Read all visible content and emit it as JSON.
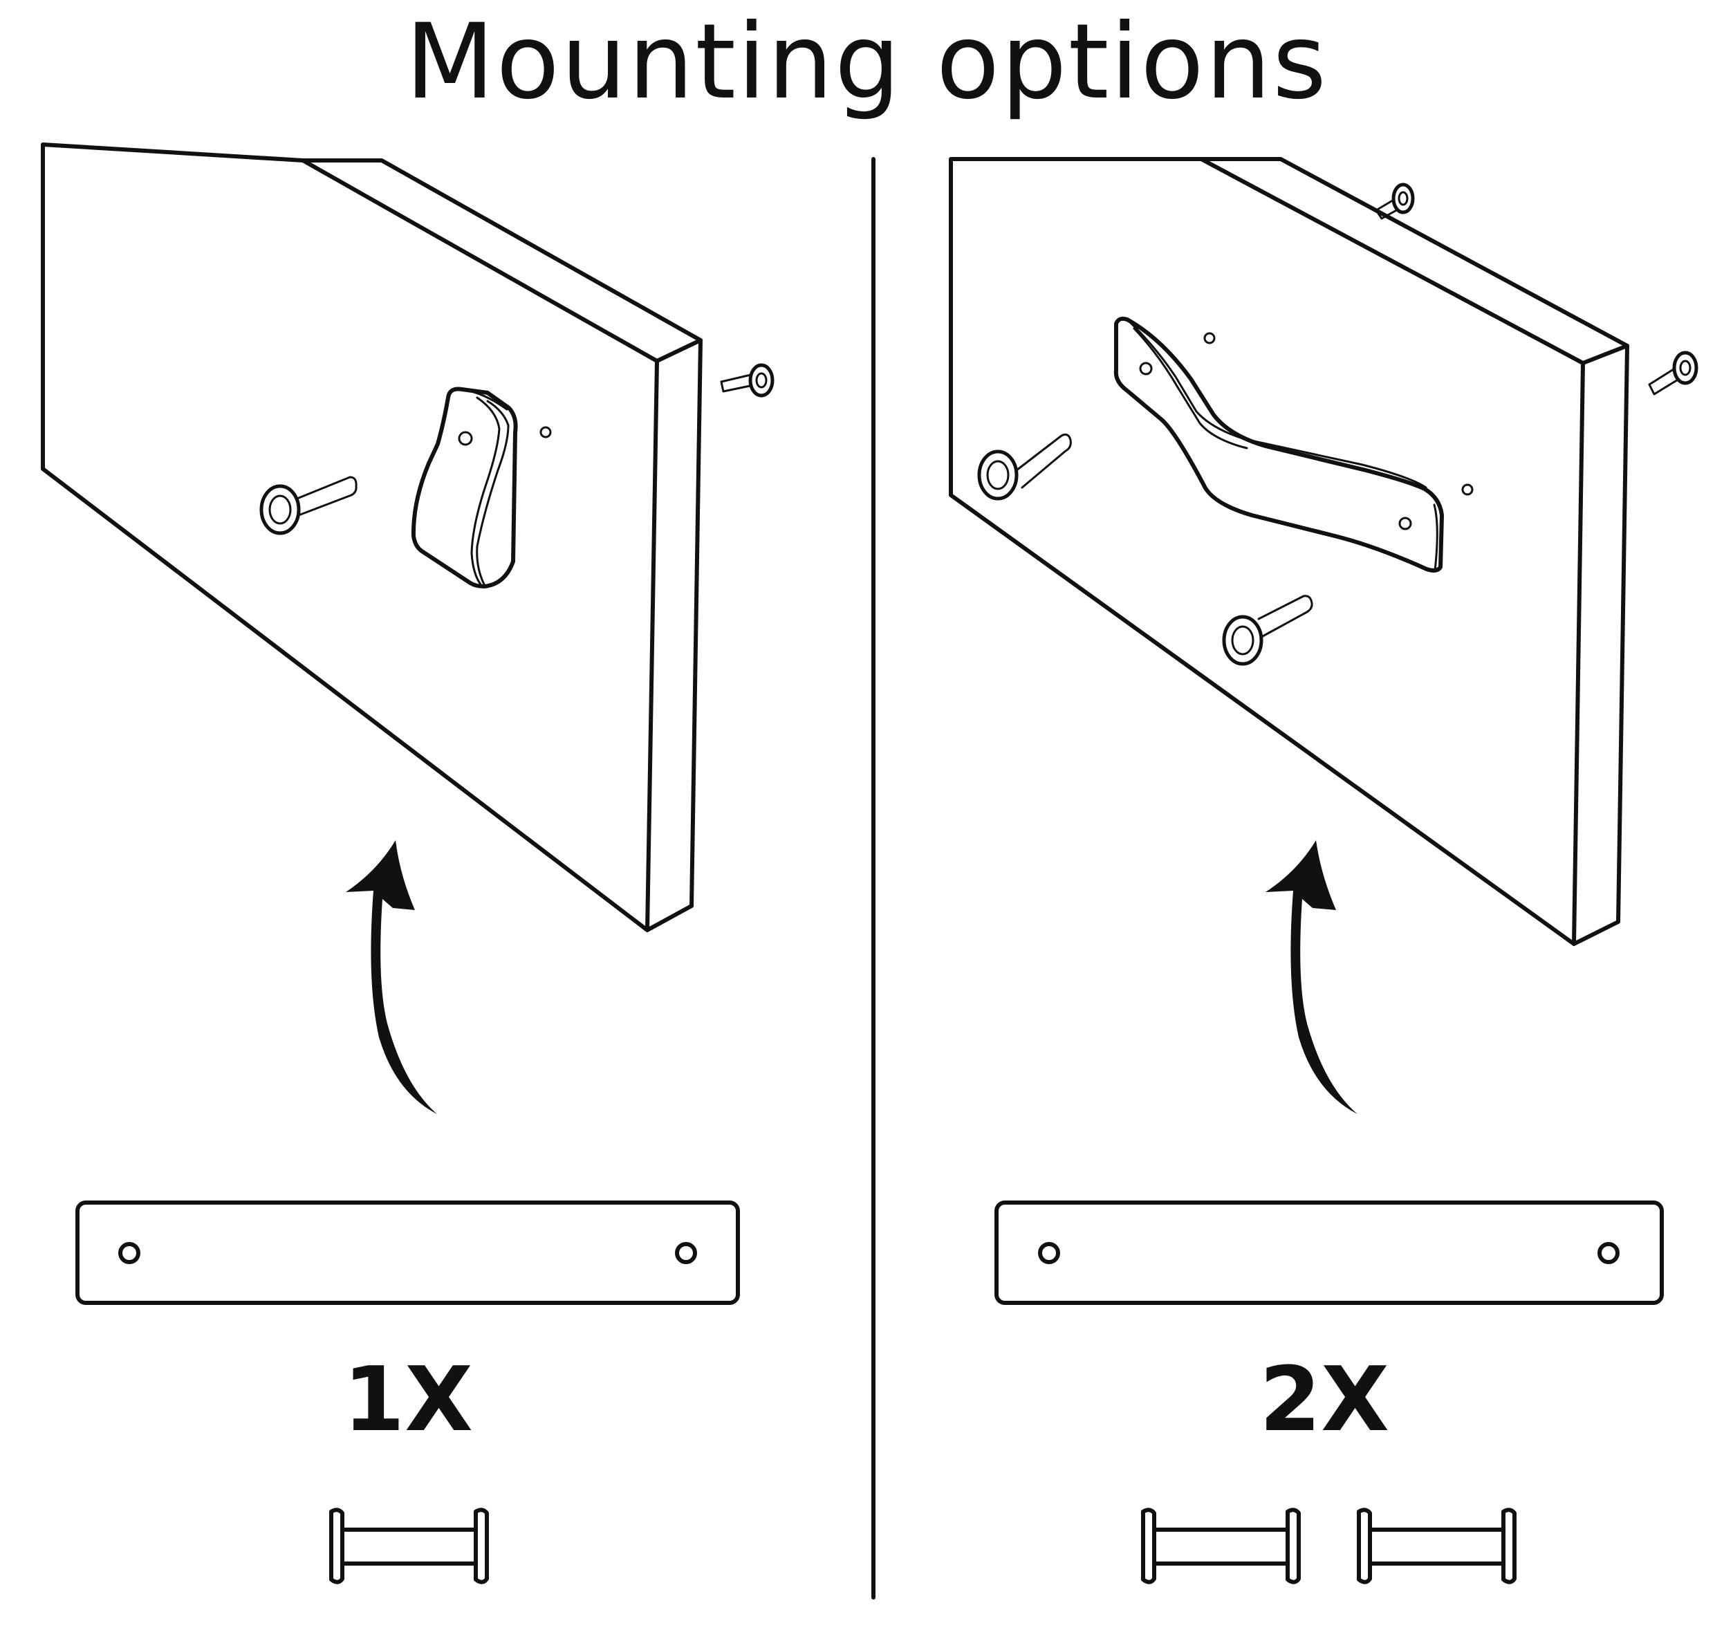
{
  "title": "Mounting options",
  "options": [
    {
      "id": "single",
      "count_label": "1X",
      "bracket_count": 1,
      "screw_count": 2
    },
    {
      "id": "double",
      "count_label": "2X",
      "bracket_count": 2,
      "screw_count": 4
    }
  ],
  "colors": {
    "line": "#111111",
    "background": "#ffffff"
  },
  "icons": [
    "shelf-board-icon",
    "mounting-bracket-icon",
    "screw-icon",
    "curved-arrow-icon",
    "mounting-plate-icon",
    "spacer-bar-icon"
  ]
}
